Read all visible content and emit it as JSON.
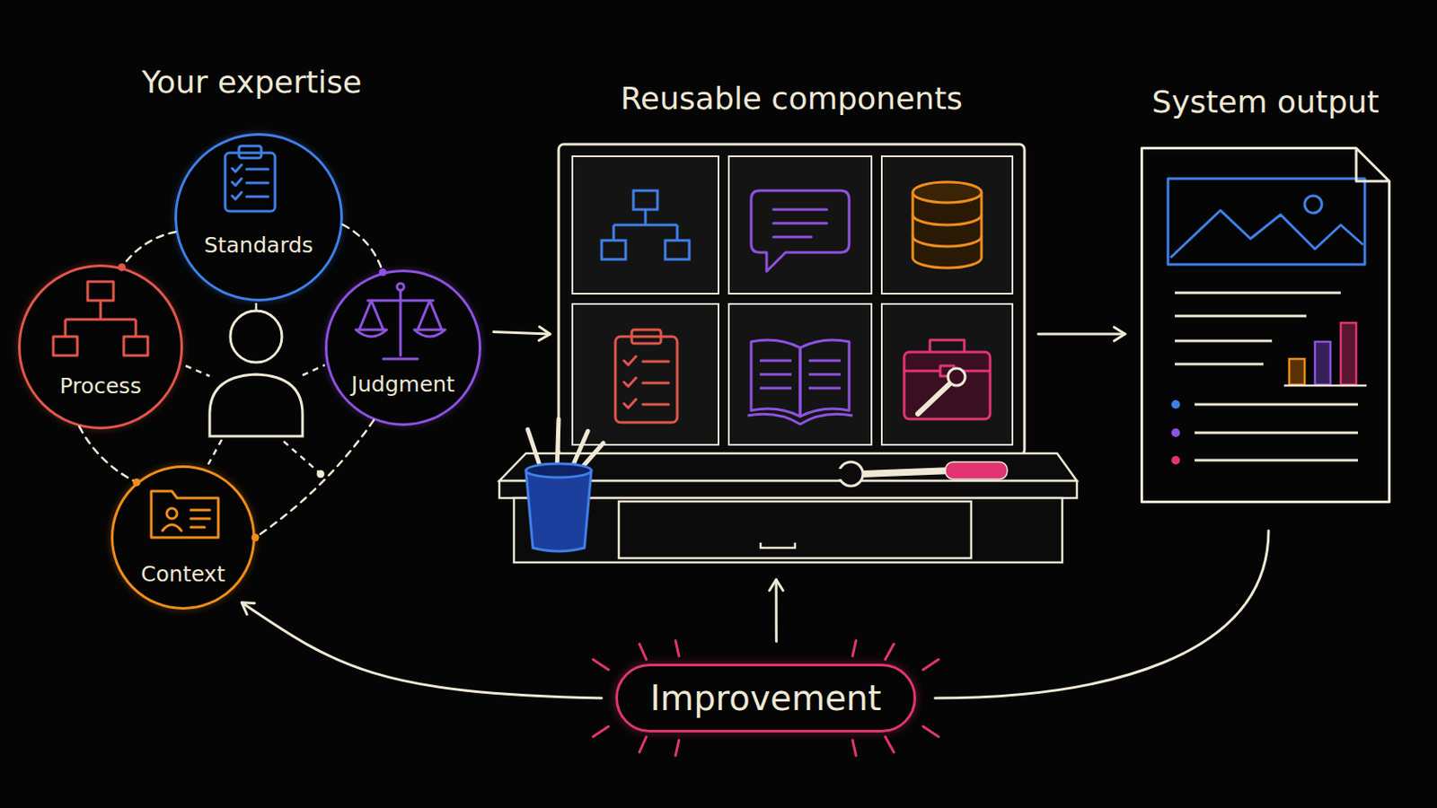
{
  "diagram": {
    "nodes": [
      {
        "text": [
          "Standards"
        ]
      },
      {
        "text": [
          "Process"
        ]
      },
      {
        "text": [
          "Judgment"
        ]
      },
      {
        "text": [
          "Context"
        ]
      },
      {
        "text": [
          "Reusable components"
        ]
      },
      {
        "text": [
          "System output"
        ]
      },
      {
        "text": [
          "Improvement"
        ]
      }
    ],
    "edges": [
      {
        "from": 0,
        "to": 1,
        "arrow": "none"
      },
      {
        "from": 0,
        "to": 2,
        "arrow": "none"
      },
      {
        "from": 2,
        "to": 3,
        "arrow": "none"
      },
      {
        "from": 1,
        "to": 3,
        "arrow": "none"
      },
      {
        "from": 2,
        "to": 4,
        "arrow": "to"
      },
      {
        "from": 4,
        "to": 5,
        "arrow": "to"
      },
      {
        "from": 5,
        "to": 6,
        "arrow": "none"
      },
      {
        "from": 6,
        "to": 4,
        "arrow": "to"
      },
      {
        "from": 6,
        "to": 3,
        "arrow": "to"
      }
    ],
    "labels": [
      "Your expertise"
    ]
  }
}
